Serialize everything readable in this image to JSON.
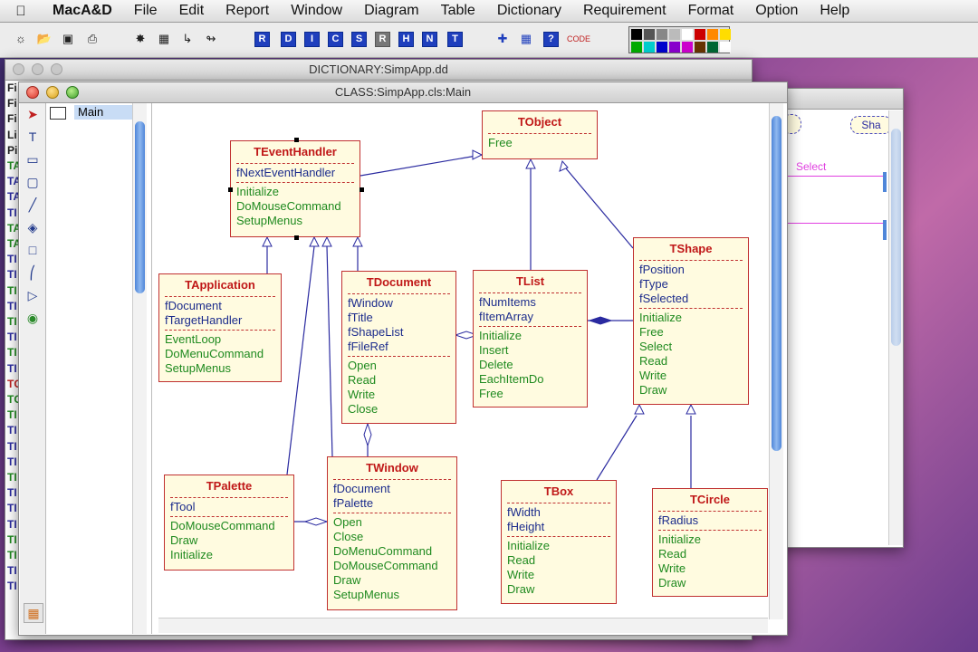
{
  "menubar": {
    "apple": "",
    "items": [
      "MacA&D",
      "File",
      "Edit",
      "Report",
      "Window",
      "Diagram",
      "Table",
      "Dictionary",
      "Requirement",
      "Format",
      "Option",
      "Help"
    ]
  },
  "toolbar": {
    "letter_buttons": [
      "R",
      "D",
      "I",
      "C",
      "S",
      "R",
      "H",
      "N",
      "T"
    ],
    "code_label": "CODE"
  },
  "dictionary_window": {
    "title": "DICTIONARY:SimpApp.dd"
  },
  "back_window": {
    "chip_label": "Sha",
    "message_label": "Select"
  },
  "left_letters": [
    "Fi",
    "Fi",
    "Fi",
    "Li",
    "Pi",
    "TA",
    "TA",
    "TA",
    "TI",
    "TA",
    "TA",
    "TI",
    "TI",
    "TI",
    "TI",
    "TI",
    "TI",
    "TI",
    "TI",
    "TC",
    "TC",
    "TI",
    "TI",
    "TI",
    "TI",
    "TI",
    "TI",
    "TI",
    "TI",
    "TI",
    "TI",
    "TI",
    "TI"
  ],
  "class_window": {
    "title": "CLASS:SimpApp.cls:Main",
    "nav_item": "Main",
    "classes": [
      {
        "name": "TObject",
        "attrs": [],
        "ops": [
          "Free"
        ]
      },
      {
        "name": "TEventHandler",
        "attrs": [
          "fNextEventHandler"
        ],
        "ops": [
          "Initialize",
          "DoMouseCommand",
          "SetupMenus"
        ]
      },
      {
        "name": "TApplication",
        "attrs": [
          "fDocument",
          "fTargetHandler"
        ],
        "ops": [
          "EventLoop",
          "DoMenuCommand",
          "SetupMenus"
        ]
      },
      {
        "name": "TDocument",
        "attrs": [
          "fWindow",
          "fTitle",
          "fShapeList",
          "fFileRef"
        ],
        "ops": [
          "Open",
          "Read",
          "Write",
          "Close"
        ]
      },
      {
        "name": "TList",
        "attrs": [
          "fNumItems",
          "fItemArray"
        ],
        "ops": [
          "Initialize",
          "Insert",
          "Delete",
          "EachItemDo",
          "Free"
        ]
      },
      {
        "name": "TShape",
        "attrs": [
          "fPosition",
          "fType",
          "fSelected"
        ],
        "ops": [
          "Initialize",
          "Free",
          "Select",
          "Read",
          "Write",
          "Draw"
        ]
      },
      {
        "name": "TPalette",
        "attrs": [
          "fTool"
        ],
        "ops": [
          "DoMouseCommand",
          "Draw",
          "Initialize"
        ]
      },
      {
        "name": "TWindow",
        "attrs": [
          "fDocument",
          "fPalette"
        ],
        "ops": [
          "Open",
          "Close",
          "DoMenuCommand",
          "DoMouseCommand",
          "Draw",
          "SetupMenus"
        ]
      },
      {
        "name": "TBox",
        "attrs": [
          "fWidth",
          "fHeight"
        ],
        "ops": [
          "Initialize",
          "Read",
          "Write",
          "Draw"
        ]
      },
      {
        "name": "TCircle",
        "attrs": [
          "fRadius"
        ],
        "ops": [
          "Initialize",
          "Read",
          "Write",
          "Draw"
        ]
      }
    ]
  },
  "colors": {
    "class_border": "#c03030",
    "class_fill": "#fffbe0",
    "attr_text": "#1c2c8c",
    "op_text": "#1f8a1f",
    "association": "#2a2aa0",
    "message_arrow": "#e040e0"
  }
}
